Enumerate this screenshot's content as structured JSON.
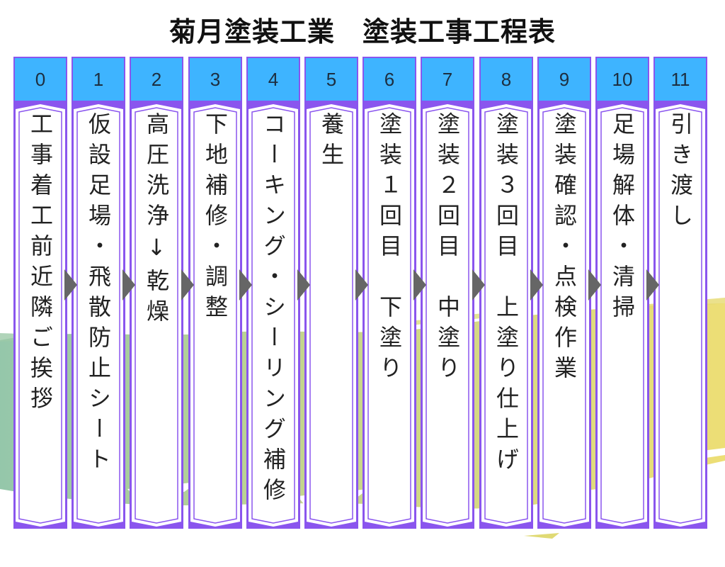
{
  "title": "菊月塗装工業　塗装工事工程表",
  "colors": {
    "number_bg": "#3eb4ff",
    "border": "#8a55ee",
    "arrow": "#666666",
    "wash_left": "#8fc4a6",
    "wash_mid": "#c4d386",
    "wash_right": "#ecdc6e"
  },
  "steps": [
    {
      "number": "0",
      "label": "工事着工前近隣ご挨拶"
    },
    {
      "number": "1",
      "label": "仮設足場・飛散防止シート"
    },
    {
      "number": "2",
      "label": "高圧洗浄↓乾燥"
    },
    {
      "number": "3",
      "label": "下地補修・調整"
    },
    {
      "number": "4",
      "label": "コーキング・シーリング補修"
    },
    {
      "number": "5",
      "label": "養生"
    },
    {
      "number": "6",
      "label": "塗装１回目　下塗り"
    },
    {
      "number": "7",
      "label": "塗装２回目　中塗り"
    },
    {
      "number": "8",
      "label": "塗装３回目　上塗り仕上げ"
    },
    {
      "number": "9",
      "label": "塗装確認・点検作業"
    },
    {
      "number": "10",
      "label": "足場解体・清掃"
    },
    {
      "number": "11",
      "label": "引き渡し"
    }
  ]
}
